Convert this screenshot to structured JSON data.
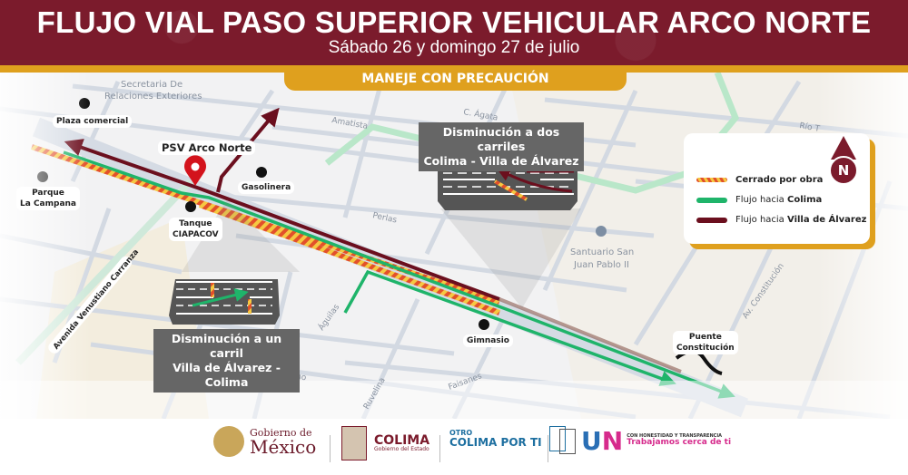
{
  "header": {
    "title": "FLUJO VIAL PASO SUPERIOR VEHICULAR ARCO NORTE",
    "subtitle": "Sábado 26 y domingo 27 de julio",
    "banner": "MANEJE CON PRECAUCIÓN"
  },
  "colors": {
    "maroon": "#7b1b2c",
    "gold": "#dfa01e",
    "flow_colima": "#1fb46a",
    "flow_villa": "#6b0f1e",
    "closed": "#e8522a"
  },
  "map": {
    "streets": [
      "Amatista",
      "C. Ágata",
      "Perlas",
      "Río T",
      "Águilas",
      "Faisanes",
      "Ruvelina",
      "Av. Constitución",
      "Avenida Venustiano Carranza",
      "Serafino"
    ],
    "places": [
      "Secretaria De",
      "Relaciones Exteriores",
      "Santuario San",
      "Juan Pablo II"
    ],
    "poi": [
      {
        "label": "Plaza comercial",
        "icon": "shop-icon"
      },
      {
        "label": "Parque\nLa Campana",
        "icon": "park-icon"
      },
      {
        "label": "Tanque\nCIAPACOV",
        "icon": "water-drop-icon"
      },
      {
        "label": "Gasolinera",
        "icon": "gas-station-icon"
      },
      {
        "label": "Gimnasio",
        "icon": "gym-icon"
      },
      {
        "label": "Puente\nConstitución",
        "icon": "bridge-icon"
      }
    ],
    "main_pin": "PSV Arco Norte",
    "callouts": {
      "two_lanes": {
        "line1": "Disminución a dos carriles",
        "line2": "Colima - Villa de Álvarez"
      },
      "one_lane": {
        "line1": "Disminución a un carril",
        "line2": "Villa de Álvarez - Colima"
      }
    }
  },
  "legend": {
    "closed": "Cerrado por obra",
    "colima_prefix": "Flujo hacia ",
    "colima_bold": "Colima",
    "villa_prefix": "Flujo hacia ",
    "villa_bold": "Villa de Álvarez",
    "north": "N"
  },
  "footer": {
    "mexico_small": "Gobierno de",
    "mexico_big": "México",
    "colima_big": "COLIMA",
    "colima_small": "Gobierno del Estado",
    "otro": "OTRO",
    "colima_por_ti": "COLIMA POR TI",
    "honestidad": "CON HONESTIDAD Y TRANSPARENCIA",
    "trabajamos": "Trabajamos cerca de ti"
  }
}
